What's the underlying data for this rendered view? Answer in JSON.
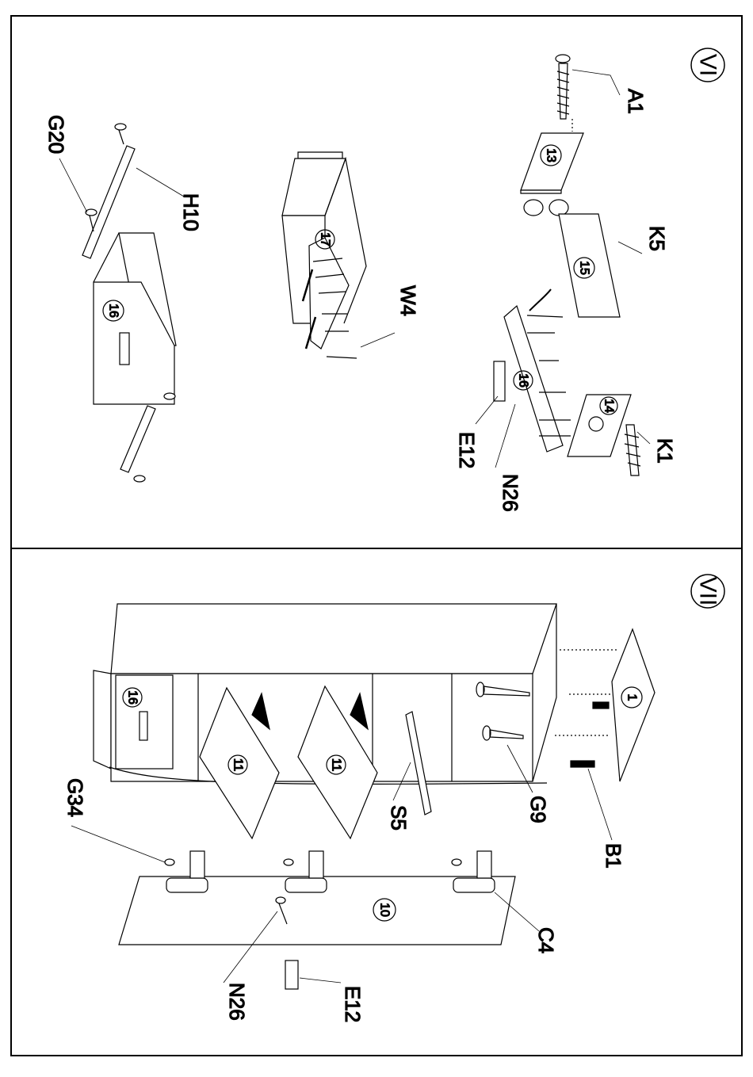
{
  "steps": {
    "step6": "VI",
    "step7": "VII"
  },
  "step6": {
    "labels": {
      "a1": "A1",
      "k5": "K5",
      "k1": "K1",
      "n26": "N26",
      "e12": "E12",
      "w4": "W4",
      "h10": "H10",
      "g20": "G20"
    },
    "panels": {
      "p13": "13",
      "p15": "15",
      "p14": "14",
      "p16a": "16",
      "p16b": "16",
      "p17": "17"
    }
  },
  "step7": {
    "labels": {
      "b1": "B1",
      "g9": "G9",
      "s5": "S5",
      "g34": "G34",
      "c4": "C4",
      "n26": "N26",
      "e12": "E12"
    },
    "panels": {
      "p1": "1",
      "p11a": "11",
      "p11b": "11",
      "p16": "16",
      "p10": "10"
    }
  }
}
